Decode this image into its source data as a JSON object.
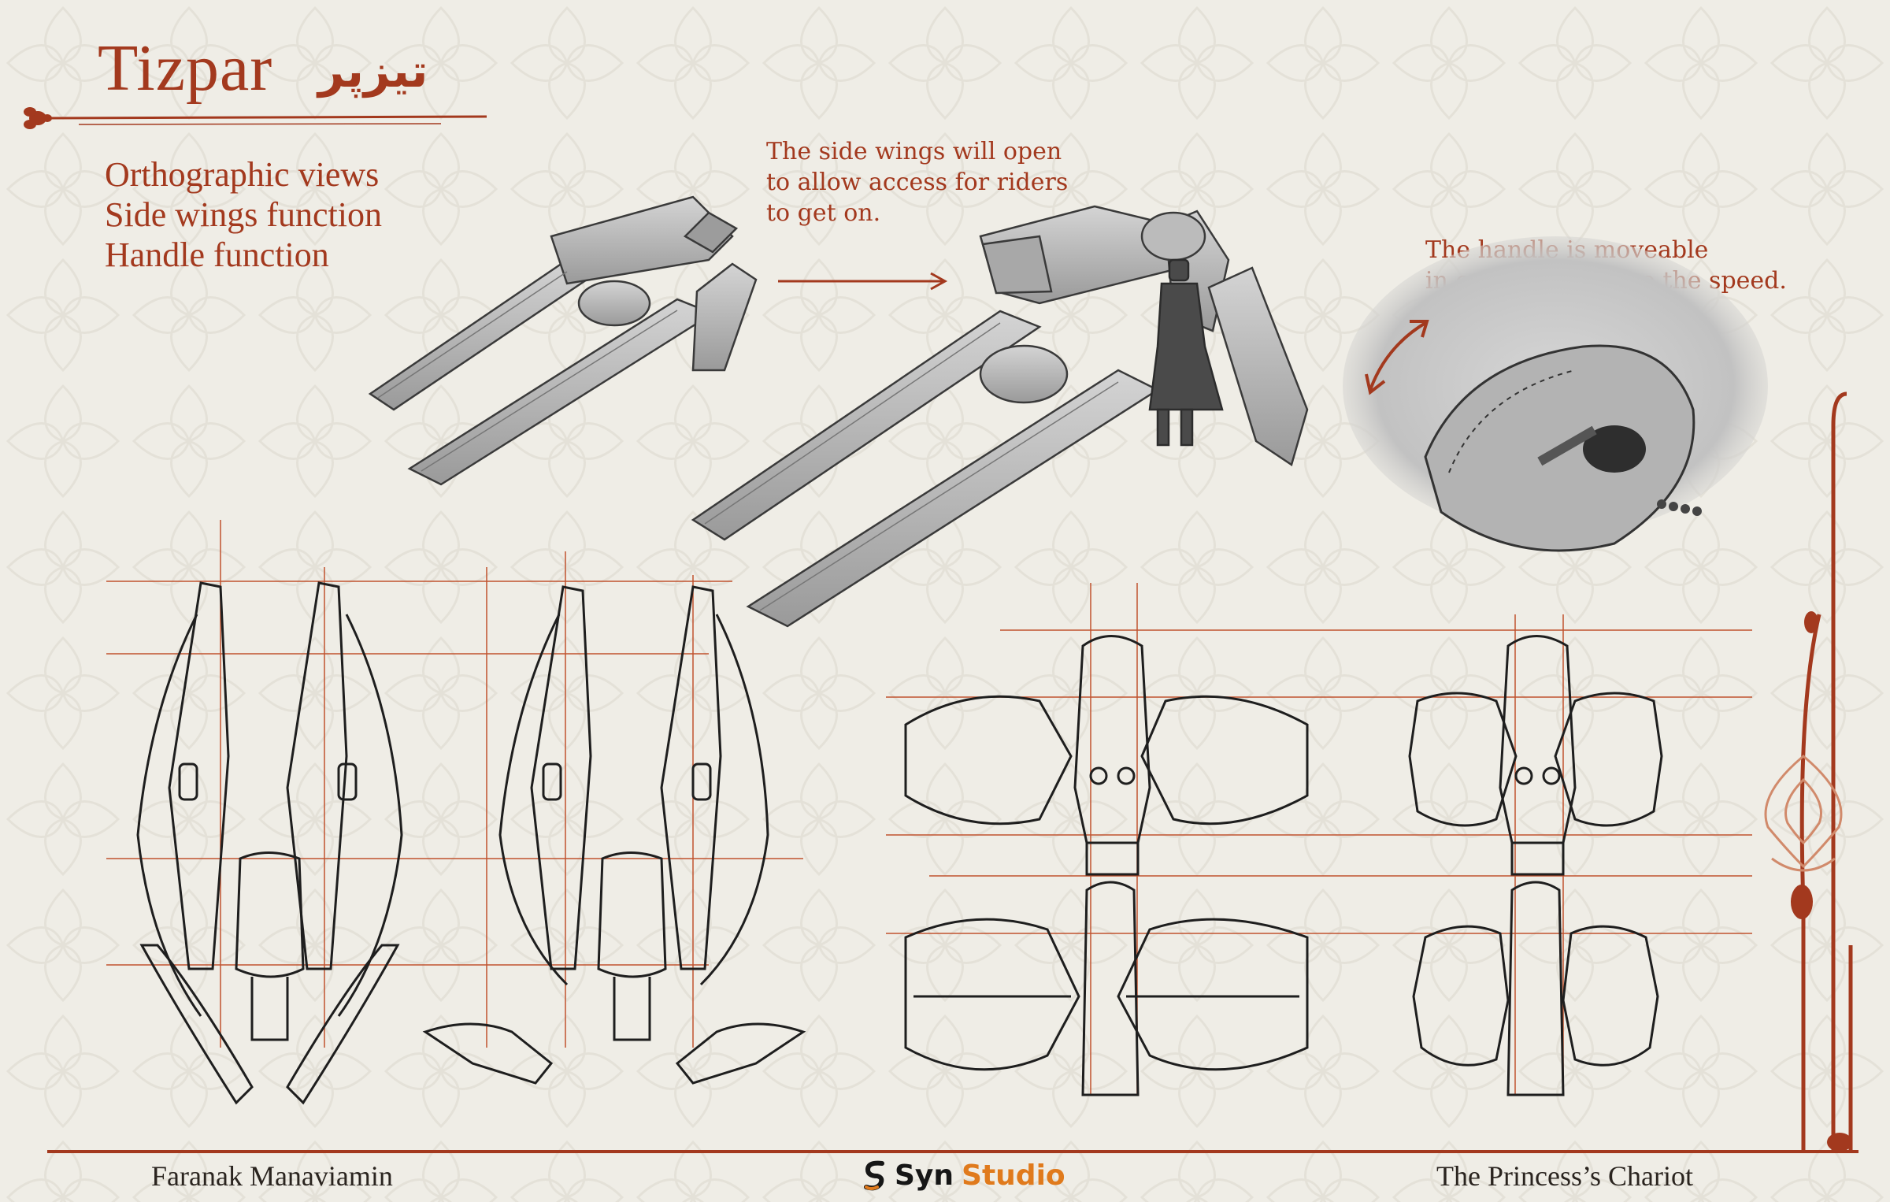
{
  "header": {
    "title": "Tizpar",
    "title_farsi": "تیزپر"
  },
  "features": [
    "Orthographic views",
    "Side wings function",
    "Handle function"
  ],
  "notes": {
    "side_wings": [
      "The side wings will open",
      "to allow access for riders",
      "to get on."
    ],
    "handle": [
      "The handle is moveable",
      "in order to manage the speed."
    ]
  },
  "footer": {
    "artist": "Faranak Manaviamin",
    "studio_name_1": "Syn",
    "studio_name_2": "Studio",
    "project": "The Princess’s Chariot"
  },
  "colors": {
    "accent": "#a3391e",
    "background": "#efede6",
    "line_art": "#2a2522",
    "vehicle_fill": "#b6b6b6",
    "studio_orange": "#e07a1c"
  },
  "icons": [
    "flower-ornament-icon",
    "arrow-right-icon",
    "double-arrow-icon",
    "syn-studio-logo-icon"
  ]
}
